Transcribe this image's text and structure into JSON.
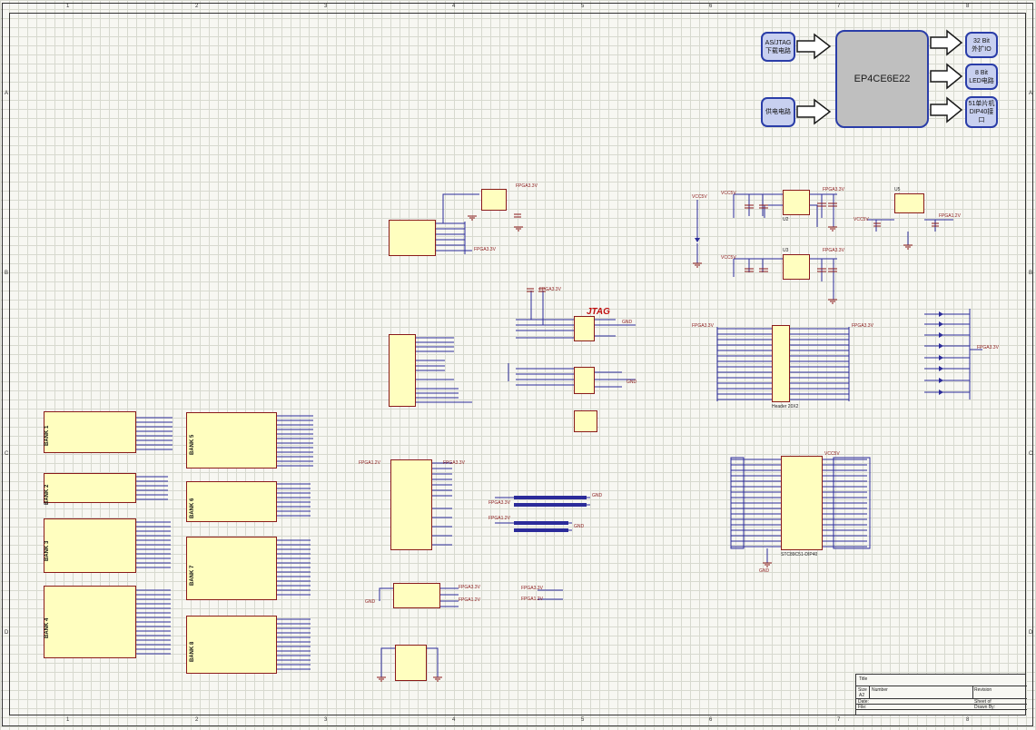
{
  "sheet": {
    "columns": [
      "1",
      "2",
      "3",
      "4",
      "5",
      "6",
      "7",
      "8"
    ],
    "rows": [
      "A",
      "B",
      "C",
      "D"
    ]
  },
  "block_diagram": {
    "center": "EP4CE6E22",
    "left_top": "AS/JTAG\n下载电路",
    "left_bottom": "供电电路",
    "right_top": "32 Bit\n外扩IO",
    "right_mid": "8 Bit\nLED电路",
    "right_bottom": "51单片机\nDIP40接口"
  },
  "chips": {
    "banks": {
      "b1": "BANK 1",
      "b2": "BANK 2",
      "b3": "BANK 3",
      "b4": "BANK 4",
      "b5": "BANK 5",
      "b6": "BANK 6",
      "b7": "BANK 7",
      "b8": "BANK 8"
    },
    "jtag_title": "JTAG",
    "net_vcc": "VCC5V",
    "net_fpga33": "FPGA3.3V",
    "net_fpga12": "FPGA1.2V",
    "net_gnd": "GND",
    "header": "Header 20X2",
    "mcu": "STC89C51-DIP40",
    "u2": "U2",
    "u3": "U3",
    "u5": "U5"
  },
  "title_block": {
    "title": "Title",
    "size_label": "Size",
    "size": "A2",
    "number": "Number",
    "revision": "Revision",
    "date_label": "Date:",
    "file_label": "File:",
    "sheet_label": "Sheet of",
    "drawn_label": "Drawn By:"
  }
}
